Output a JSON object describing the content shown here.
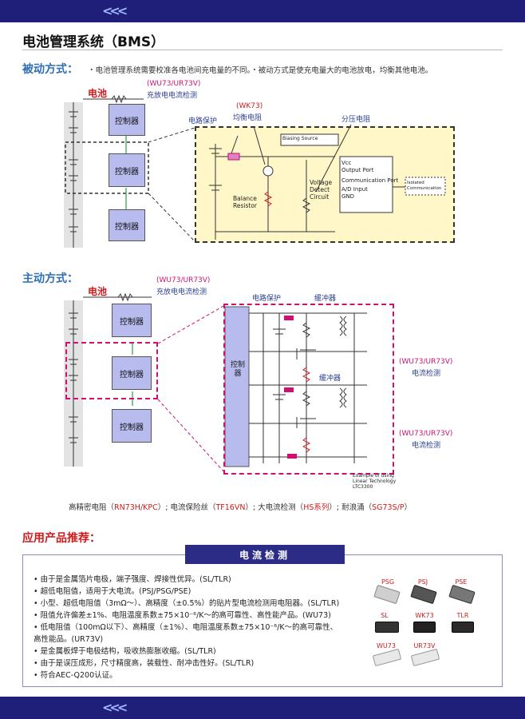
{
  "header": {
    "chevrons": "<<<"
  },
  "title": "电池管理系统（BMS）",
  "passive": {
    "heading": "被动方式：",
    "description": "・电池管理系统需要校准各电池间充电量的不同。・被动方式是使充电量大的电池放电，均衡其他电池。",
    "battery_label": "电池",
    "wu73_label": "(WU73/UR73V)",
    "charge_detect": "充放电电流检测",
    "controllers": [
      "控制器",
      "控制器",
      "控制器"
    ],
    "circuit_protect": "电路保护",
    "wk73_label": "(WK73)",
    "balance_res_cn": "均衡电阻",
    "divider": "分压电阻",
    "biasing_source": "Biasing Source",
    "balance_resistor": "Balance Resistor",
    "voltage_detect": "Voltage Detect Circuit",
    "ic_lines": [
      "Vcc",
      "Output Port",
      "Communication Port",
      "A/D Input",
      "GND"
    ],
    "isolated_comm": "Isolated Communication"
  },
  "active": {
    "heading": "主动方式：",
    "wu73_label": "(WU73/UR73V)",
    "battery_label": "电池",
    "charge_detect": "充放电电流检测",
    "controllers": [
      "控制器",
      "控制器",
      "控制器"
    ],
    "circuit_protect": "电路保护",
    "snubber1": "缓冲器",
    "snubber2": "缓冲器",
    "vertical_controller": "控制器",
    "current_label1": "(WU73/UR73V)",
    "current_detect1": "电流检测",
    "current_label2": "(WU73/UR73V)",
    "current_detect2": "电流检测",
    "example_note": "Example of using Linear Technology LTC3300"
  },
  "caption": {
    "p1": "高精密电阻（",
    "r1": "RN73H/KPC",
    "p2": "）; 电流保险丝（",
    "r2": "TF16VN",
    "p3": "）; 大电流检测（",
    "r3": "HS系列",
    "p4": "）; 耐浪涌（",
    "r4": "SG73S/P",
    "p5": "）"
  },
  "recommend": {
    "heading": "应用产品推荐：",
    "box_title": "电流检测",
    "bullets": [
      "• 由于是金属箔片电极，端子强度、焊接性优异。(SL/TLR)",
      "• 超低电阻值，适用于大电流。(PSJ/PSG/PSE)",
      "• 小型、超低电阻值（3mΩ～）、高精度（±0.5%）的贴片型电流检测用电阻器。(SL/TLR)",
      "• 阻值允许偏差±1%、电阻温度系数±75×10⁻⁶/K～的高可靠性、高性能产品。(WU73)",
      "• 低电阻值（100mΩ以下）、高精度（±1%）、电阻温度系数±75×10⁻⁶/K～的高可靠性、",
      "  高性能品。(UR73V)",
      "• 是金属板焊于电极结构，吸收热膨胀收缩。(SL/TLR)",
      "• 由于是误压成形，尺寸精度高，装载性、耐冲击性好。(SL/TLR)",
      "• 符合AEC-Q200认证。"
    ],
    "products": [
      "PSG",
      "PSJ",
      "PSE",
      "SL",
      "WK73",
      "TLR",
      "WU73",
      "UR73V"
    ]
  },
  "colors": {
    "navy": "#1f1f7a",
    "accent_blue": "#2f6fb3",
    "red": "#d21a1a",
    "magenta": "#d01070",
    "controller": "#b8bbee"
  }
}
